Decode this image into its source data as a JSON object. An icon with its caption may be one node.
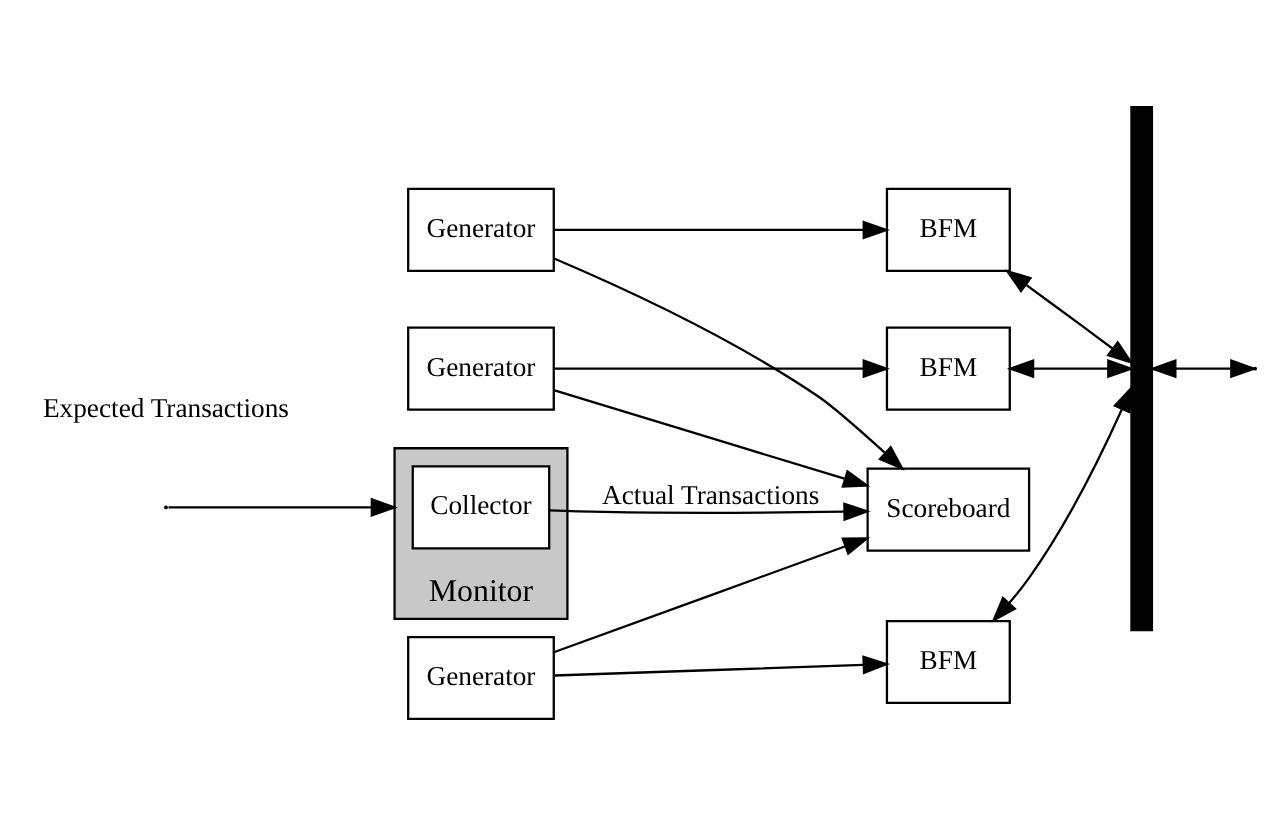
{
  "diagram": {
    "nodes": [
      {
        "text": [
          "Scoreboard"
        ]
      },
      {
        "text": [
          "Generator"
        ]
      },
      {
        "text": [
          "BFM"
        ]
      },
      {
        "text": [
          "Generator"
        ]
      },
      {
        "text": [
          "BFM"
        ]
      },
      {
        "text": [
          "Generator"
        ]
      },
      {
        "text": [
          "BFM"
        ]
      },
      {
        "text": [],
        "shape": "bar"
      },
      {
        "text": [
          "Monitor"
        ]
      },
      {
        "text": [
          "Collector"
        ],
        "in": 8
      }
    ],
    "edges": [
      {
        "from": 1,
        "to": 0,
        "arrow": "to"
      },
      {
        "from": 3,
        "to": 0,
        "arrow": "to"
      },
      {
        "from": 5,
        "to": 0,
        "arrow": "to"
      },
      {
        "from": 1,
        "to": 2,
        "arrow": "to"
      },
      {
        "from": 3,
        "to": 4,
        "arrow": "to"
      },
      {
        "from": 5,
        "to": 6,
        "arrow": "to"
      },
      {
        "from": 2,
        "to": 7,
        "arrow": "both"
      },
      {
        "from": 4,
        "to": 7,
        "arrow": "both"
      },
      {
        "from": 6,
        "to": 7,
        "arrow": "both"
      },
      {
        "from": 7,
        "to": null,
        "arrow": "both"
      },
      {
        "from": null,
        "to": 8,
        "arrow": "to"
      },
      {
        "from": 9,
        "to": 0,
        "arrow": "to",
        "label": "Actual Transactions"
      }
    ],
    "labels": [
      "Expected Transactions"
    ]
  }
}
